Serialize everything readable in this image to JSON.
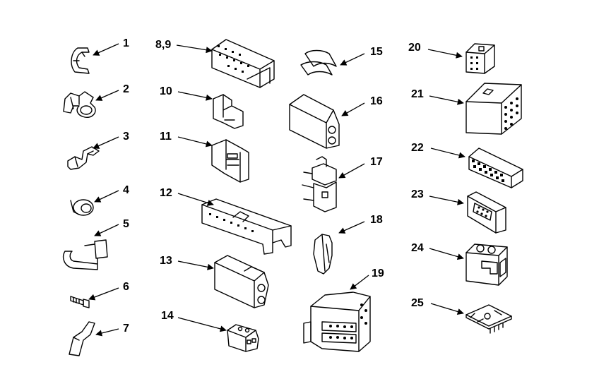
{
  "callouts": [
    {
      "id": "1",
      "label": "1"
    },
    {
      "id": "2",
      "label": "2"
    },
    {
      "id": "3",
      "label": "3"
    },
    {
      "id": "4",
      "label": "4"
    },
    {
      "id": "5",
      "label": "5"
    },
    {
      "id": "6",
      "label": "6"
    },
    {
      "id": "7",
      "label": "7"
    },
    {
      "id": "8-9",
      "label": "8,9"
    },
    {
      "id": "10",
      "label": "10"
    },
    {
      "id": "11",
      "label": "11"
    },
    {
      "id": "12",
      "label": "12"
    },
    {
      "id": "13",
      "label": "13"
    },
    {
      "id": "14",
      "label": "14"
    },
    {
      "id": "15",
      "label": "15"
    },
    {
      "id": "16",
      "label": "16"
    },
    {
      "id": "17",
      "label": "17"
    },
    {
      "id": "18",
      "label": "18"
    },
    {
      "id": "19",
      "label": "19"
    },
    {
      "id": "20",
      "label": "20"
    },
    {
      "id": "21",
      "label": "21"
    },
    {
      "id": "22",
      "label": "22"
    },
    {
      "id": "23",
      "label": "23"
    },
    {
      "id": "24",
      "label": "24"
    },
    {
      "id": "25",
      "label": "25"
    }
  ]
}
